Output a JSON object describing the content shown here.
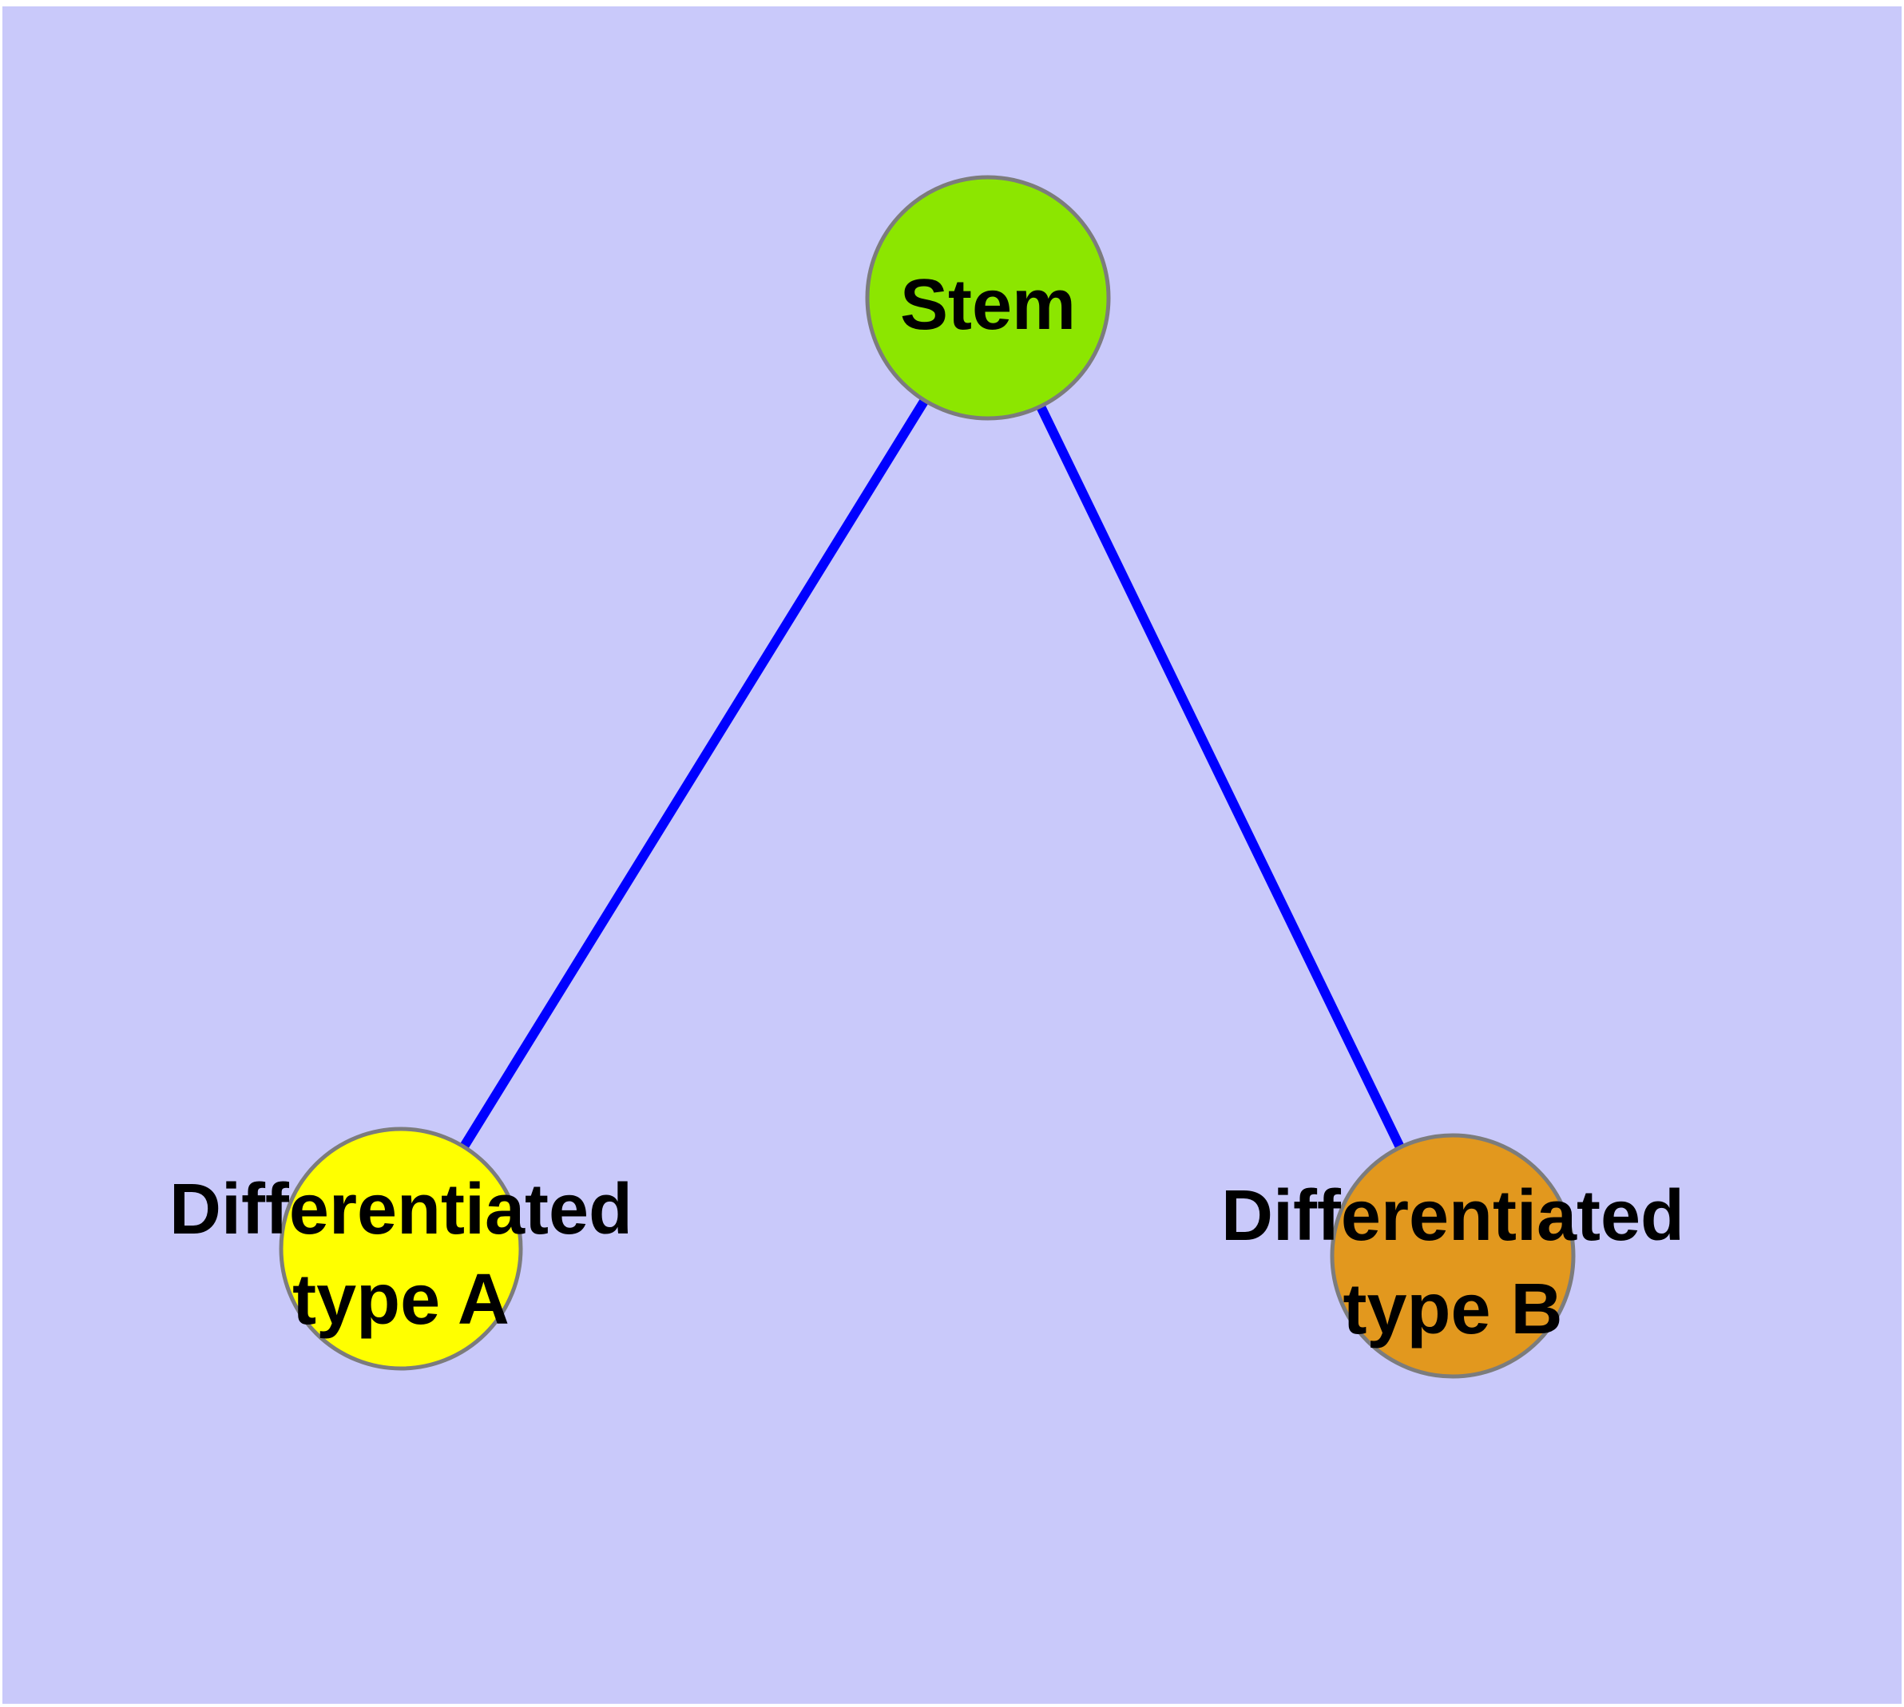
{
  "diagram": {
    "type": "network-graph",
    "page_margin_color": "#FFFFFF",
    "background_color": "#C9C9FA",
    "edge_color": "#0000FF",
    "node_border_color": "#7C7C7C",
    "label_color": "#000000",
    "nodes": [
      {
        "id": "stem",
        "lines": [
          "Stem"
        ],
        "color": "#8CE600"
      },
      {
        "id": "differentiated-type-a",
        "lines": [
          "Differentiated",
          "type A"
        ],
        "color": "#FFFF00"
      },
      {
        "id": "differentiated-type-b",
        "lines": [
          "Differentiated",
          "type B"
        ],
        "color": "#E2981E"
      }
    ],
    "edges": [
      {
        "from": "Stem",
        "to": "Differentiated type A"
      },
      {
        "from": "Stem",
        "to": "Differentiated type B"
      }
    ]
  }
}
